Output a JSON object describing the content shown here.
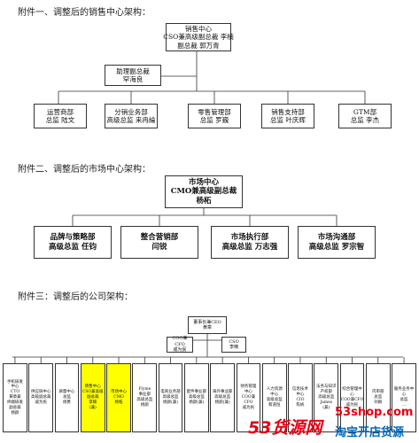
{
  "captions": {
    "sales": "附件一、调整后的销售中心架构：",
    "market": "附件二、调整后的市场中心架构：",
    "company": "附件三：调整后的公司架构："
  },
  "sales": {
    "top": [
      "销售中心",
      "CSO兼高级副总裁 李楠",
      "副总裁 郭万青"
    ],
    "mid": [
      "助理副总裁",
      "罕海良"
    ],
    "depts": [
      [
        "运营商部",
        "总监 陆文"
      ],
      [
        "分销业务部",
        "高级总监 来冉綸"
      ],
      [
        "零售管理部",
        "总监 罗巍"
      ],
      [
        "销售支持部",
        "总监 叶庆辉"
      ],
      [
        "GTM部",
        "总监 李杰"
      ]
    ]
  },
  "market": {
    "top": [
      "市场中心",
      "CMO兼高级副总裁",
      "杨柘"
    ],
    "depts": [
      [
        "品牌与策略部",
        "高级总监 任钧"
      ],
      [
        "整合营销部",
        "闫锐"
      ],
      [
        "市场执行部",
        "高级总监 万志强"
      ],
      [
        "市场沟通部",
        "高级总监 罗宗智"
      ]
    ]
  },
  "company": {
    "top": [
      "董事长兼CEO",
      "黄章"
    ],
    "coo": [
      "COO兼CFO",
      "戚为民"
    ],
    "cso": [
      "CSO",
      "李楠"
    ],
    "depts": [
      [
        "手机研发",
        "中心",
        "CTO",
        "黄章兼",
        "终端研发",
        "副总裁",
        "杨颜"
      ],
      [
        "供应链中心",
        "高级副总裁",
        "戚为民"
      ],
      [
        "质量中心",
        "总监",
        "杨勇"
      ],
      [
        "销售中心",
        "CSO兼高级",
        "副总裁",
        "李楠",
        "(兼)"
      ],
      [
        "市场中心",
        "CMO",
        "杨柘"
      ],
      [
        "Flyme",
        "事业部",
        "高级总监",
        "杨颜"
      ],
      [
        "电商业务部",
        "高级总监",
        "杨颜(兼)"
      ],
      [
        "配件事业部",
        "高级总监",
        "杨颜(兼)"
      ],
      [
        "海外事业部",
        "高级总监",
        "杨颜(兼)"
      ],
      [
        "财务管理",
        "中心",
        "COO兼",
        "CFO",
        "戚为民"
      ],
      [
        "人力资源",
        "中心",
        "高级总监",
        "蔡道恒"
      ],
      [
        "信息技术",
        "中心",
        "CIO",
        "陈帆"
      ],
      [
        "法务与知识",
        "产权部",
        "高级总监",
        "James",
        "(兼)"
      ],
      [
        "综合管理中心",
        "COO兼CFO",
        "戚为民"
      ],
      [
        "内审部",
        "总监",
        "孙群"
      ],
      [
        "服务业务中心",
        "总监",
        "..."
      ]
    ]
  },
  "watermark": {
    "logo": "53货源网",
    "url": "53shop.com",
    "tagline": "淘宝开店货源",
    "colors": {
      "logo": "#e60012",
      "url": "#e60012",
      "tagline": "#0068b7"
    }
  }
}
